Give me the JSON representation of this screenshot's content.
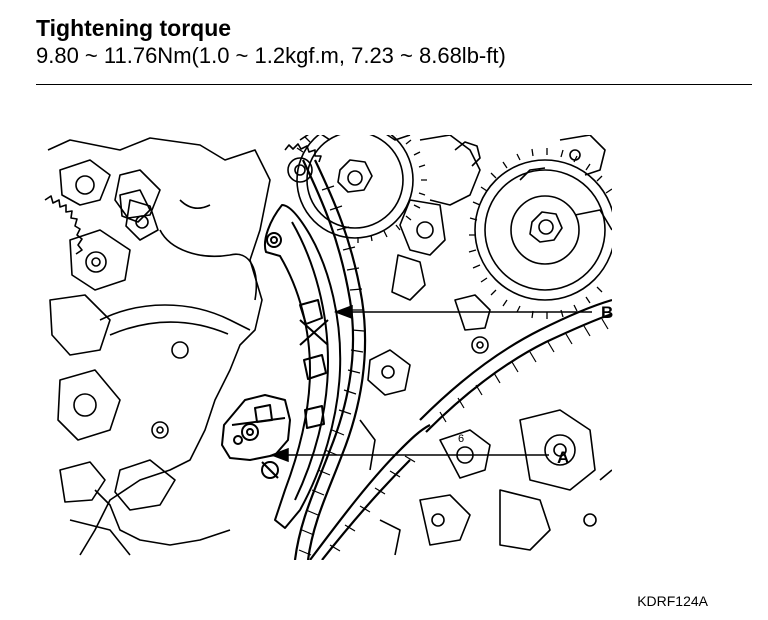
{
  "header": {
    "title": "Tightening torque",
    "spec": "9.80 ~ 11.76Nm(1.0 ~ 1.2kgf.m, 7.23 ~ 8.68lb-ft)"
  },
  "callouts": {
    "a": "A",
    "b": "B"
  },
  "figure_code": "KDRF124A"
}
